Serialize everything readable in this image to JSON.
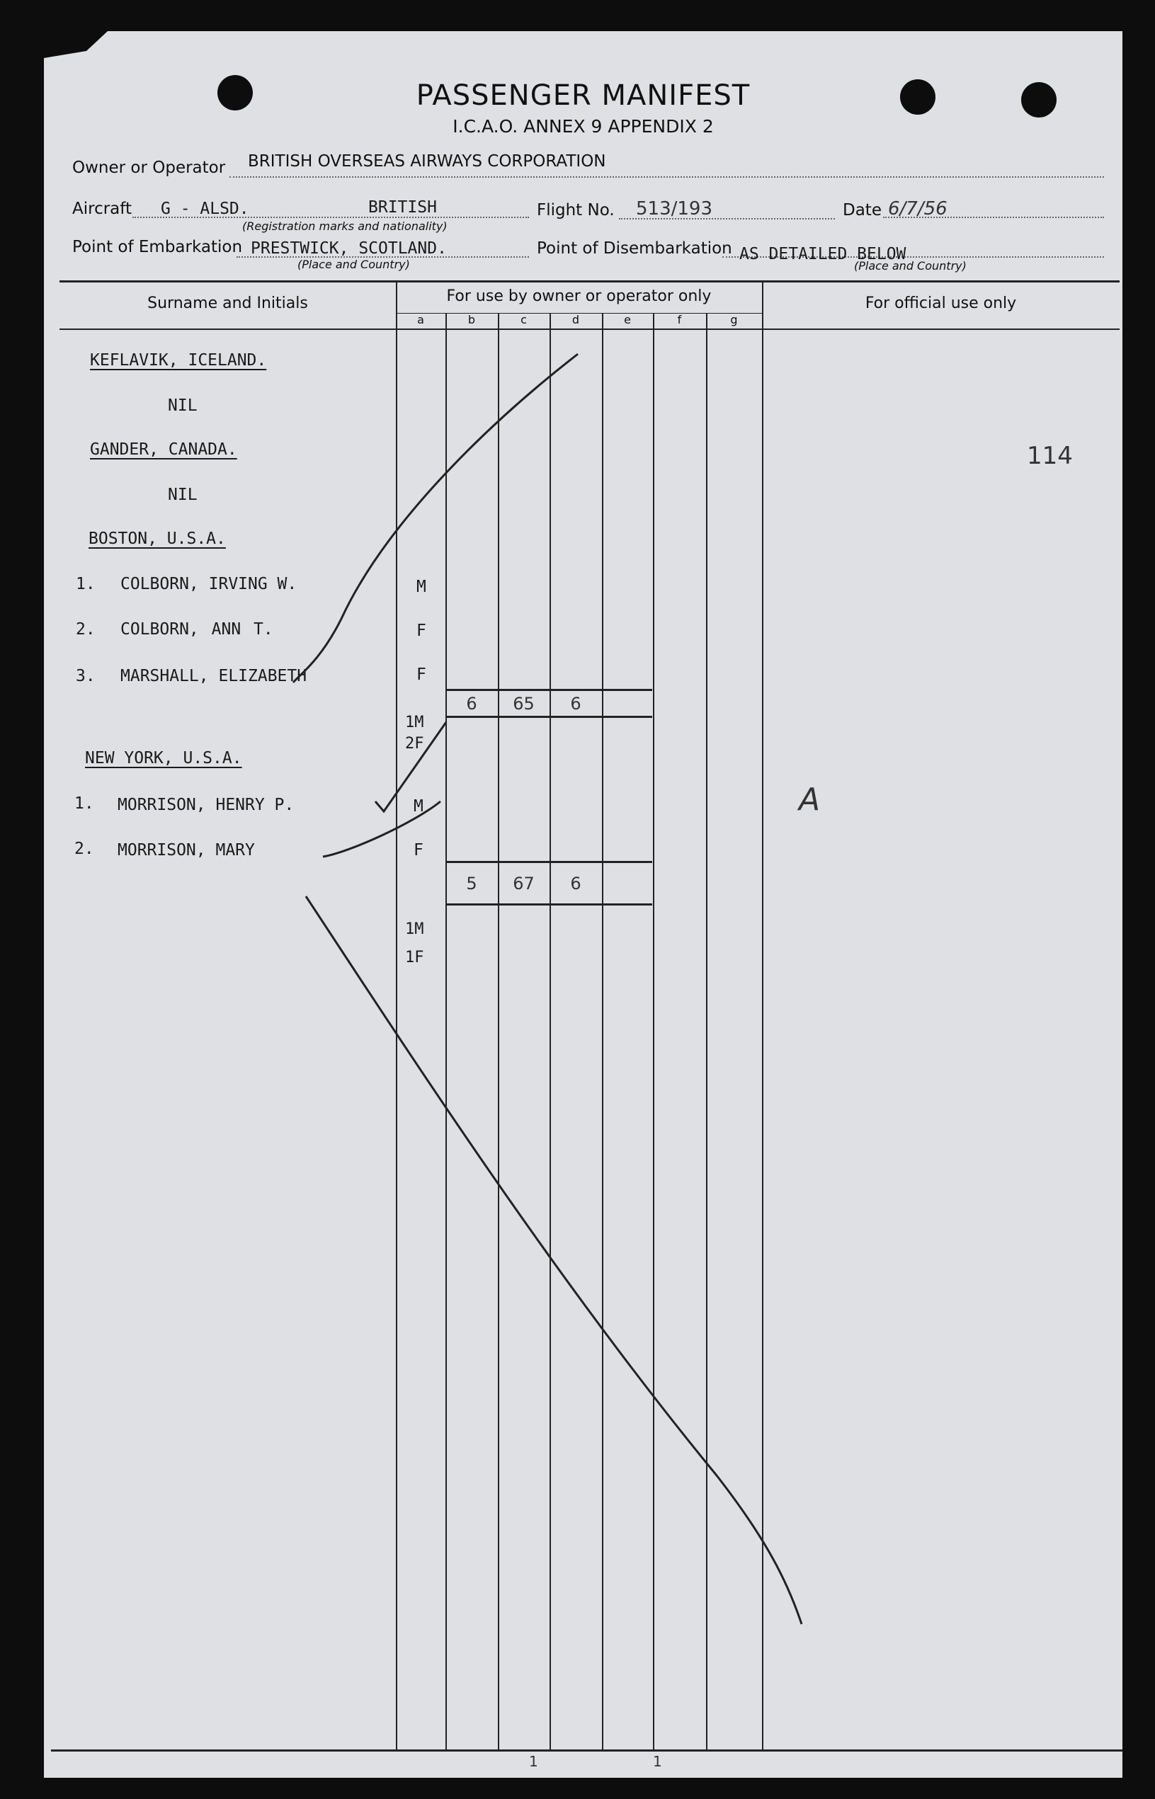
{
  "header": {
    "title": "PASSENGER MANIFEST",
    "subtitle": "I.C.A.O. ANNEX 9 APPENDIX 2"
  },
  "fields": {
    "owner_label": "Owner or Operator",
    "owner_value": "BRITISH OVERSEAS AIRWAYS CORPORATION",
    "aircraft_label": "Aircraft",
    "aircraft_reg": "G - ALSD.",
    "aircraft_nationality": "BRITISH",
    "aircraft_note": "(Registration marks and nationality)",
    "flight_label": "Flight No.",
    "flight_value": "513/193",
    "date_label": "Date",
    "date_value": "6/7/56",
    "embark_label": "Point of Embarkation",
    "embark_value": "PRESTWICK, SCOTLAND.",
    "embark_note": "(Place and Country)",
    "disembark_label": "Point of Disembarkation",
    "disembark_value": "AS DETAILED BELOW",
    "disembark_note": "(Place and Country)"
  },
  "table_header": {
    "surname_col": "Surname and Initials",
    "operator_col": "For use by owner or operator only",
    "sub_cols": [
      "a",
      "b",
      "c",
      "d",
      "e",
      "f",
      "g"
    ],
    "official_col": "For official use only"
  },
  "entries": {
    "keflavik": "KEFLAVIK, ICELAND.",
    "keflavik_nil": "NIL",
    "gander": "GANDER, CANADA.",
    "gander_nil": "NIL",
    "boston": "BOSTON, U.S.A.",
    "boston_passengers": [
      {
        "num": "1.",
        "name": "COLBORN, IRVING W.",
        "sex": "M"
      },
      {
        "num": "2.",
        "name": "COLBORN, ANN T.",
        "sex": "F"
      },
      {
        "num": "3.",
        "name": "MARSHALL, ELIZABETH",
        "sex": "F"
      }
    ],
    "boston_totals": {
      "b": "6",
      "c": "65",
      "d": "6"
    },
    "boston_count_m": "1M",
    "boston_count_f": "2F",
    "newyork": "NEW YORK, U.S.A.",
    "newyork_passengers": [
      {
        "num": "1.",
        "name": "MORRISON, HENRY P.",
        "sex": "M"
      },
      {
        "num": "2.",
        "name": "MORRISON, MARY",
        "sex": "F"
      }
    ],
    "newyork_totals": {
      "b": "5",
      "c": "67",
      "d": "6"
    },
    "newyork_count_m": "1M",
    "newyork_count_f": "1F"
  },
  "official": {
    "number": "114",
    "mark": "A"
  },
  "footer": {
    "b_total": "1",
    "d_total": "1"
  }
}
